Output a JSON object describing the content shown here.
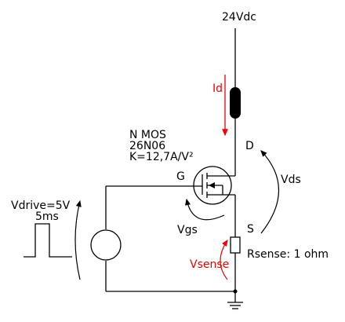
{
  "labels": {
    "supply": "24Vdc",
    "id": "Id",
    "d": "D",
    "g": "G",
    "s": "S",
    "vds": "Vds",
    "vgs": "Vgs",
    "vsense": "Vsense",
    "rsense": "Rsense: 1 ohm",
    "mos_type": "N MOS",
    "mos_part": "26N06",
    "mos_k": "K=12,7A/V²",
    "vdrive": "Vdrive=5V",
    "pulse": "5ms"
  },
  "colors": {
    "wire": "#000000",
    "red": "#ee0000"
  }
}
